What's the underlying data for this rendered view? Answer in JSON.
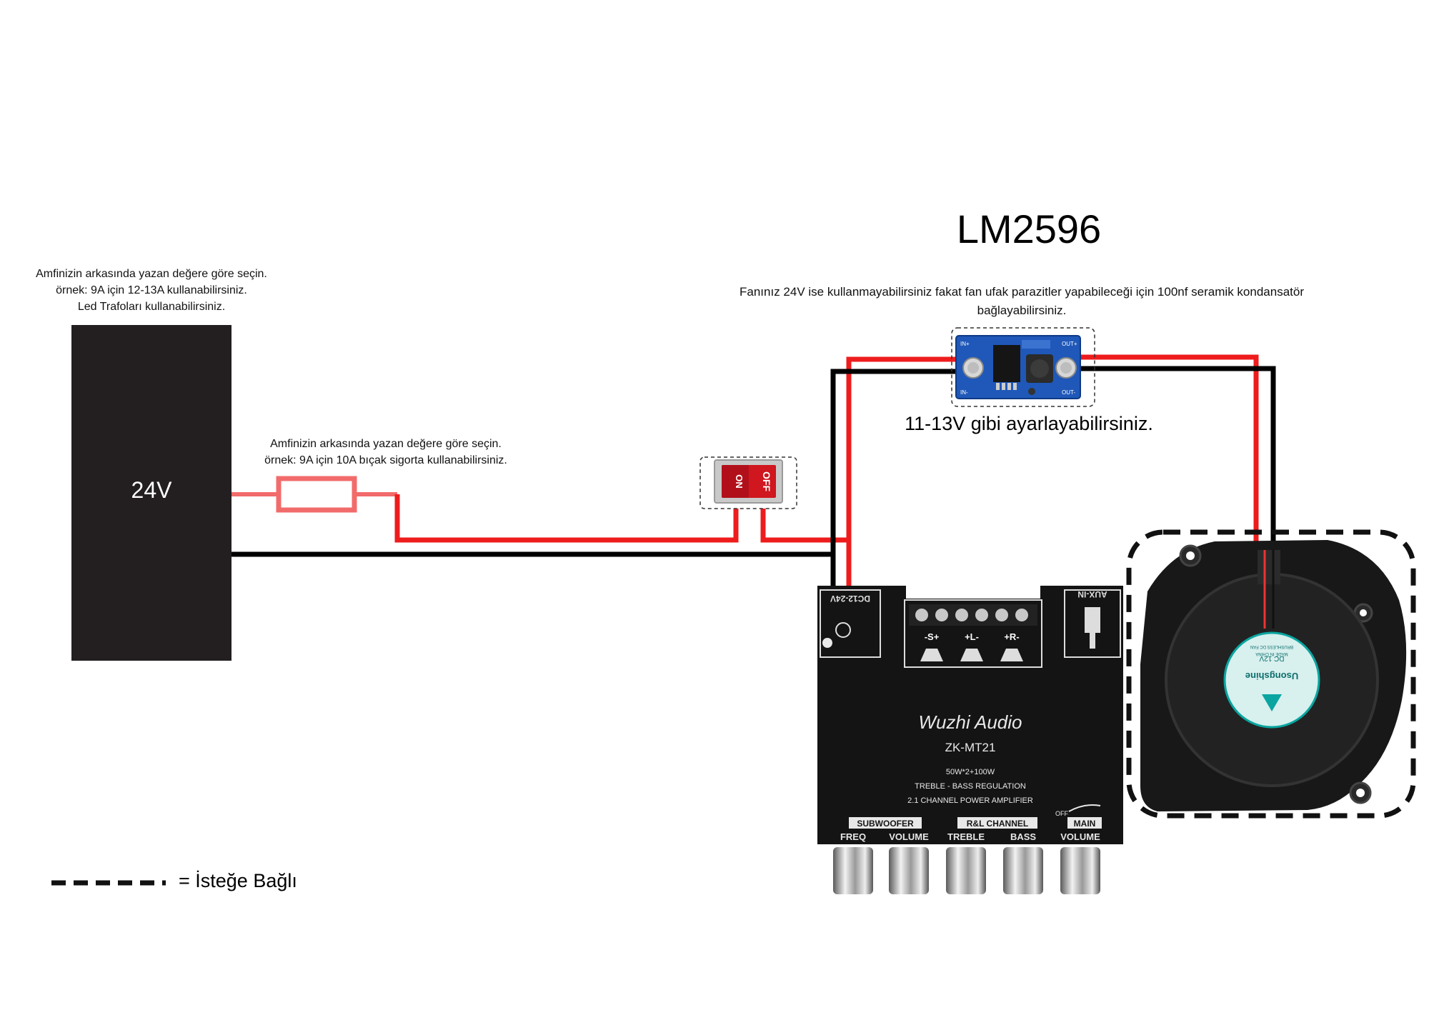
{
  "title": "LM2596",
  "power_supply": {
    "label": "24V",
    "note_lines": [
      "Amfinizin arkasında yazan değere göre seçin.",
      "örnek: 9A için 12-13A kullanabilirsiniz.",
      "Led Trafoları kullanabilirsiniz."
    ]
  },
  "fuse": {
    "note_lines": [
      "Amfinizin arkasında yazan değere göre seçin.",
      "örnek: 9A için 10A bıçak sigorta kullanabilirsiniz."
    ]
  },
  "switch": {
    "on_label": "ON",
    "off_label": "OFF"
  },
  "converter": {
    "note_lines": [
      "Fanınız 24V ise kullanmayabilirsiniz fakat fan ufak parazitler yapabileceği için 100nf seramik kondansatör",
      "bağlayabilirsiniz."
    ],
    "adjust_note": "11-13V gibi ayarlayabilirsiniz.",
    "pin_labels": [
      "IN+",
      "IN-",
      "OUT+",
      "OUT-"
    ]
  },
  "amplifier": {
    "brand": "Wuzhi Audio",
    "model": "ZK-MT21",
    "spec_lines": [
      "50W*2+100W",
      "TREBLE - BASS REGULATION",
      "2.1 CHANNEL POWER AMPLIFIER"
    ],
    "power_input_label": "DC12-24V",
    "aux_label": "AUX-IN",
    "speaker_terminals": [
      "-S+",
      "+L-",
      "+R-"
    ],
    "group_labels": [
      "SUBWOOFER",
      "R&L CHANNEL",
      "MAIN"
    ],
    "knob_labels": [
      "FREQ",
      "VOLUME",
      "TREBLE",
      "BASS",
      "VOLUME"
    ],
    "off_label": "OFF"
  },
  "fan": {
    "label_lines": [
      "DC 12V",
      "BRUSHLESS DC FAN",
      "MADE IN CHINA",
      "Usongshine"
    ]
  },
  "legend": {
    "text": "= İsteğe Bağlı"
  },
  "colors": {
    "positive_wire": "#ee1c1c",
    "negative_wire": "#000000",
    "fuse": "#f26b6b",
    "power_supply": "#231f20",
    "switch_body": "#c9c9c9",
    "switch_rocker": "#d0161e",
    "converter_pcb": "#1f58b8",
    "amplifier_body": "#141414",
    "fan_body": "#181818",
    "fan_sticker": "#0aa5a0"
  }
}
